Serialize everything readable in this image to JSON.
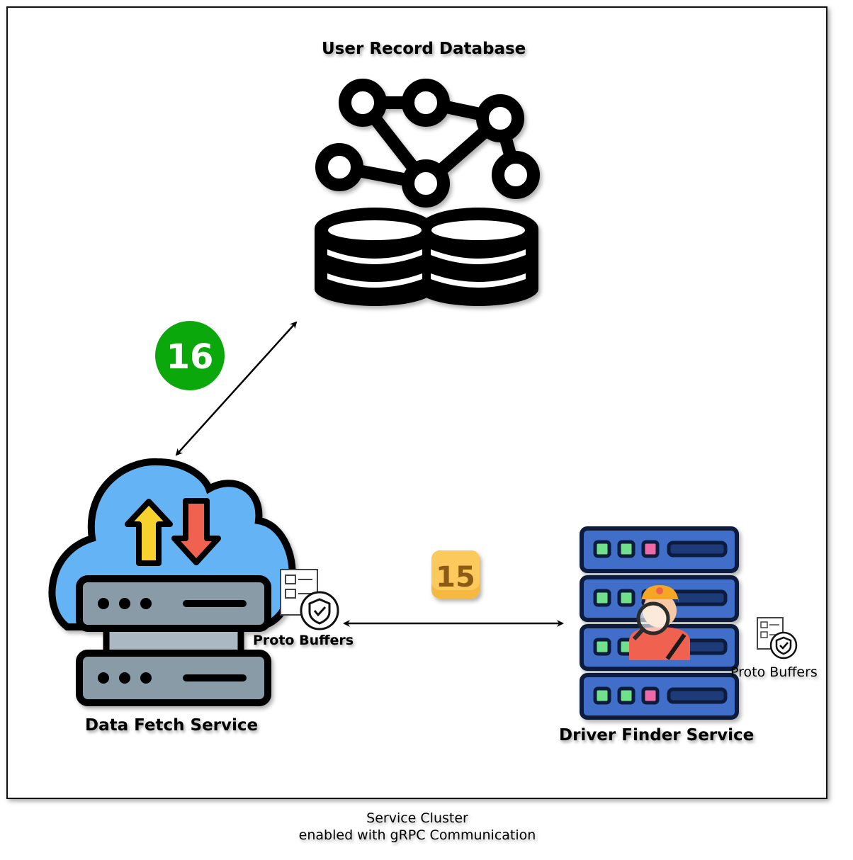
{
  "nodes": {
    "database": {
      "label": "User Record Database"
    },
    "data_fetch": {
      "label": "Data Fetch Service"
    },
    "driver_finder": {
      "label": "Driver Finder Service"
    }
  },
  "proto_buffers": {
    "label_left": "Proto Buffers",
    "label_right": "Proto Buffers"
  },
  "steps": {
    "step16": {
      "number": "16",
      "color": "#0aa80a"
    },
    "step15": {
      "number": "15",
      "color": "#f5b942",
      "text_color": "#8a5a12"
    }
  },
  "caption": {
    "line1": "Service Cluster",
    "line2": "enabled with gRPC Communication"
  },
  "colors": {
    "cloud_fill": "#63b3f5",
    "server_fill": "#8a9ba8",
    "rack_fill": "#3f6ec9",
    "rack_dark": "#1e3a78",
    "arrow_up": "#f7d22f",
    "arrow_down": "#f0624f",
    "led_green": "#6fe08a",
    "led_pink": "#ee6aa7"
  }
}
